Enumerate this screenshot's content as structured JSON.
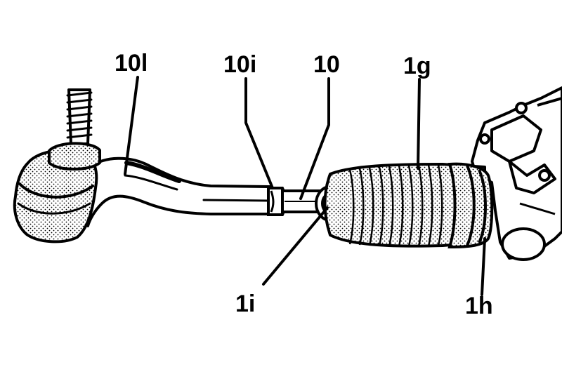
{
  "diagram": {
    "callouts": {
      "tie_rod_end": "10l",
      "lock_nut": "10i",
      "tie_rod": "10",
      "boot": "1g",
      "inner_joint": "1i",
      "boot_clamp": "1h"
    },
    "colors": {
      "line": "#000000",
      "background": "#ffffff",
      "stipple": "#000000"
    }
  }
}
